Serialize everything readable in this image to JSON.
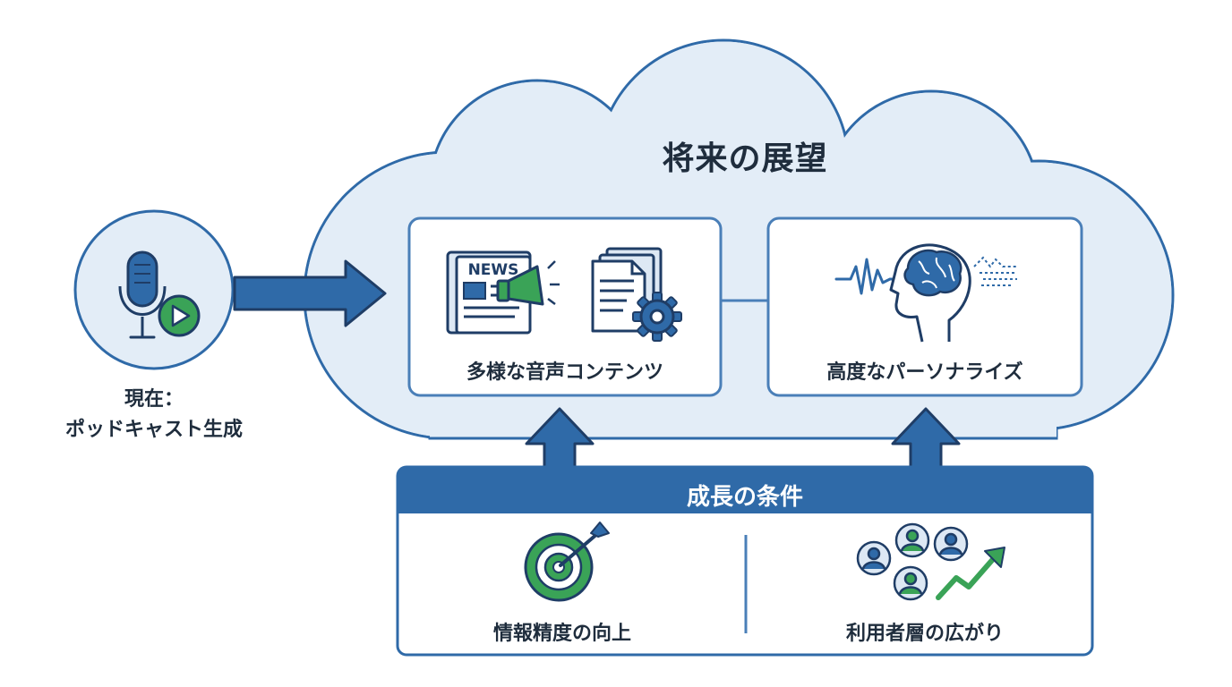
{
  "cloud": {
    "title": "将来の展望"
  },
  "current": {
    "label_line1": "現在：",
    "label_line2": "ポッドキャスト生成"
  },
  "cards": [
    {
      "label": "多様な音声コンテンツ",
      "icons": [
        "newspaper-icon",
        "megaphone-icon",
        "documents-icon",
        "gear-icon"
      ]
    },
    {
      "label": "高度なパーソナライズ",
      "icons": [
        "brain-head-icon",
        "sound-wave-icon"
      ]
    }
  ],
  "conditions": {
    "title": "成長の条件",
    "items": [
      {
        "label": "情報精度の向上",
        "icon": "target-icon"
      },
      {
        "label": "利用者層の広がり",
        "icon": "user-growth-icon"
      }
    ]
  },
  "news_text": "NEWS",
  "colors": {
    "primary": "#2f6aa8",
    "cloud_fill": "#e3edf7",
    "card_stroke": "#4a7fb8",
    "accent_green": "#3aa357",
    "dark_text": "#1f2d3d"
  }
}
